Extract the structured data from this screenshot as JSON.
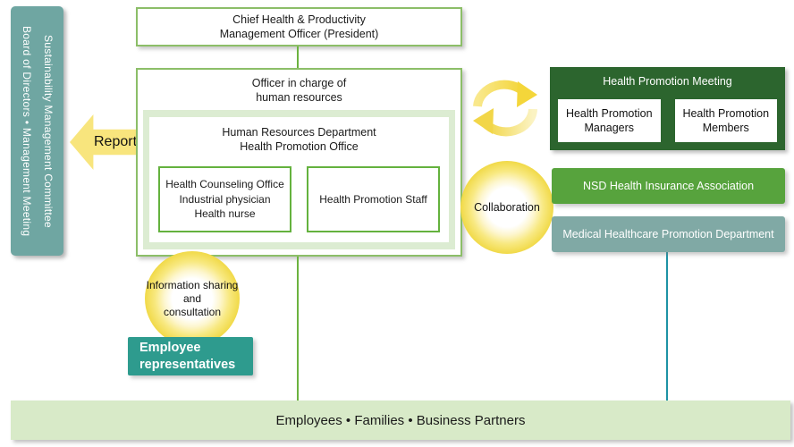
{
  "sidebar_bar": {
    "line1": "Sustainability Management Committee",
    "line2": "Board of Directors • Management Meeting"
  },
  "report_arrow": {
    "label": "Report"
  },
  "chief_box": {
    "line1": "Chief Health & Productivity",
    "line2": "Management Officer (President)"
  },
  "officer_box": {
    "line1": "Officer in charge of",
    "line2": "human resources"
  },
  "hr_office": {
    "line1": "Human Resources Department",
    "line2": "Health Promotion Office"
  },
  "counseling_box": {
    "line1": "Health Counseling Office",
    "line2": "Industrial physician",
    "line3": "Health nurse"
  },
  "staff_box": {
    "label": "Health Promotion Staff"
  },
  "meeting_box": {
    "title": "Health Promotion Meeting",
    "managers": {
      "line1": "Health Promotion",
      "line2": "Managers"
    },
    "members": {
      "line1": "Health Promotion",
      "line2": "Members"
    }
  },
  "collaboration_circle": {
    "label": "Collaboration"
  },
  "nsd_box": {
    "label": "NSD Health Insurance Association"
  },
  "medical_box": {
    "label": "Medical Healthcare Promotion Department"
  },
  "info_circle": {
    "line1": "Information sharing",
    "line2": "and",
    "line3": "consultation"
  },
  "employee_box": {
    "line1": "Employee",
    "line2": "representatives"
  },
  "bottom_bar": {
    "label": "Employees • Families • Business Partners"
  },
  "icons": {
    "cycle": "cycle-arrows-icon"
  },
  "colors": {
    "dark_green": "#2c652e",
    "green": "#57a33d",
    "box_border_green": "#8cbe68",
    "inner_border_green": "#64b23e",
    "panel_light_green": "#dcecd2",
    "bottom_bar_green": "#d8eac8",
    "teal_bar": "#6fa6a2",
    "teal_medical": "#80a9a5",
    "teal_employee": "#2e9b8e",
    "line_green": "#6cb33f",
    "line_teal": "#1d93a5",
    "arrow_yellow": "#f8e57d",
    "circle_yellow": "#eed43e"
  }
}
